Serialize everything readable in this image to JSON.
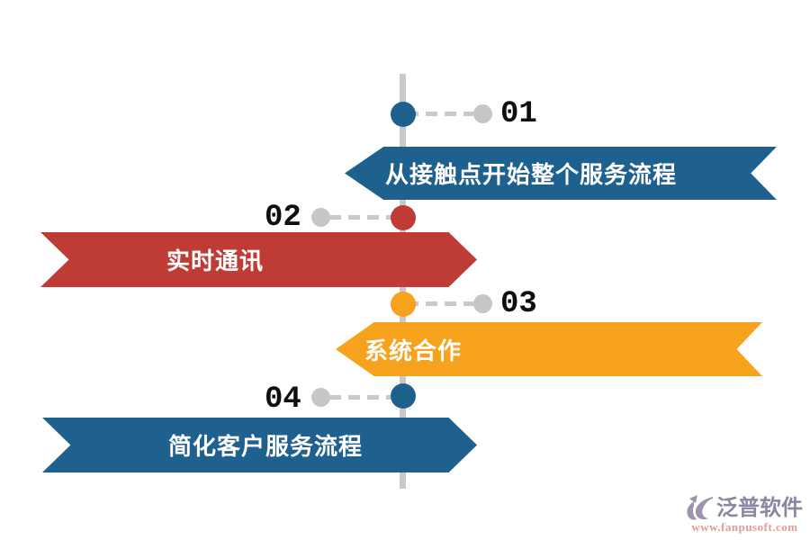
{
  "diagram": {
    "type": "timeline-infographic",
    "items": [
      {
        "number": "01",
        "label": "从接触点开始整个服务流程",
        "color": "#1f618e",
        "side": "right",
        "ribbon_direction": "points-left"
      },
      {
        "number": "02",
        "label": "实时通讯",
        "color": "#bf3b35",
        "side": "left",
        "ribbon_direction": "points-right"
      },
      {
        "number": "03",
        "label": "系统合作",
        "color": "#f6a21c",
        "side": "right",
        "ribbon_direction": "points-left"
      },
      {
        "number": "04",
        "label": "简化客户服务流程",
        "color": "#1f618e",
        "side": "left",
        "ribbon_direction": "points-right"
      }
    ],
    "colors": {
      "accent_blue": "#1f618e",
      "accent_red": "#bf3b35",
      "accent_orange": "#f6a21c",
      "axis_gray": "#c9c9c9",
      "number_black": "#0f0f0f",
      "banner_text": "#ffffff"
    }
  },
  "logo": {
    "name": "泛普软件",
    "website": "www.fanpusoft.com",
    "name_color": "#8d85a2",
    "website_color": "#e29b94",
    "icon": "fanpu-leaf-mark"
  }
}
